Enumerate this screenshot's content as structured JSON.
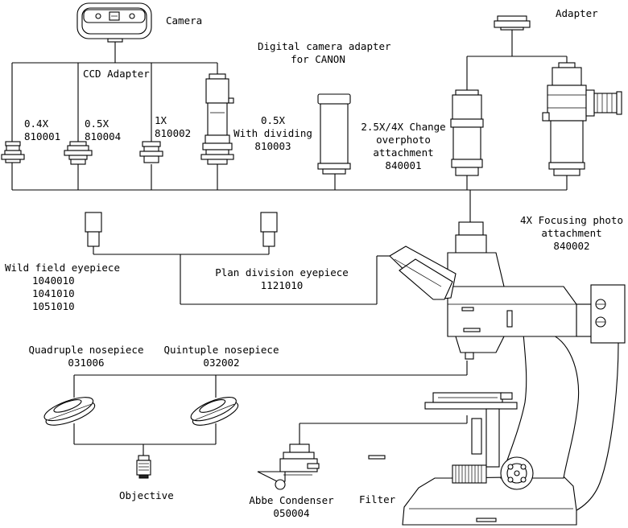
{
  "labels": {
    "camera": "Camera",
    "adapter": "Adapter",
    "ccd_adapter": "CCD Adapter",
    "digital_adapter": [
      "Digital camera adapter",
      "for CANON"
    ],
    "mag_04x": [
      "0.4X",
      "810001"
    ],
    "mag_05x": [
      "0.5X",
      "810004"
    ],
    "mag_1x": [
      "1X",
      "810002"
    ],
    "mag_05x_div": [
      "0.5X",
      "With dividing",
      "810003"
    ],
    "change_attachment": [
      "2.5X/4X Change",
      "overphoto",
      "attachment",
      "840001"
    ],
    "focusing_attachment": [
      "4X Focusing photo",
      "attachment",
      "840002"
    ],
    "wild_field": [
      "Wild field eyepiece",
      "1040010",
      "1041010",
      "1051010"
    ],
    "plan_division": [
      "Plan division eyepiece",
      "1121010"
    ],
    "quadruple": [
      "Quadruple nosepiece",
      "031006"
    ],
    "quintuple": [
      "Quintuple nosepiece",
      "032002"
    ],
    "objective": "Objective",
    "abbe": [
      "Abbe Condenser",
      "050004"
    ],
    "filter": "Filter"
  }
}
